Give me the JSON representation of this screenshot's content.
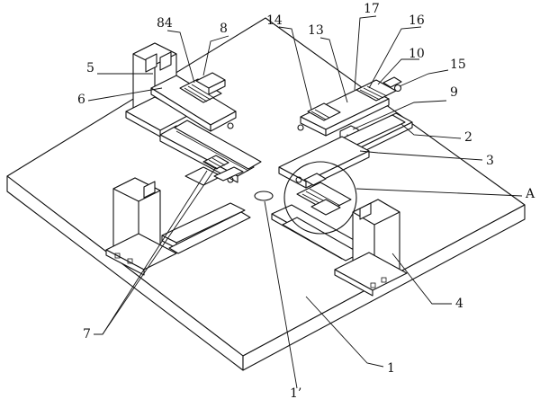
{
  "labels": [
    {
      "id": "84",
      "text": "84"
    },
    {
      "id": "8",
      "text": "8"
    },
    {
      "id": "5",
      "text": "5"
    },
    {
      "id": "6",
      "text": "6"
    },
    {
      "id": "14",
      "text": "14"
    },
    {
      "id": "13",
      "text": "13"
    },
    {
      "id": "17",
      "text": "17"
    },
    {
      "id": "16",
      "text": "16"
    },
    {
      "id": "10",
      "text": "10"
    },
    {
      "id": "15",
      "text": "15"
    },
    {
      "id": "9",
      "text": "9"
    },
    {
      "id": "2",
      "text": "2"
    },
    {
      "id": "3",
      "text": "3"
    },
    {
      "id": "A",
      "text": "A"
    },
    {
      "id": "4",
      "text": "4"
    },
    {
      "id": "7",
      "text": "7"
    },
    {
      "id": "1",
      "text": "1"
    },
    {
      "id": "1p",
      "text": "1’"
    }
  ]
}
